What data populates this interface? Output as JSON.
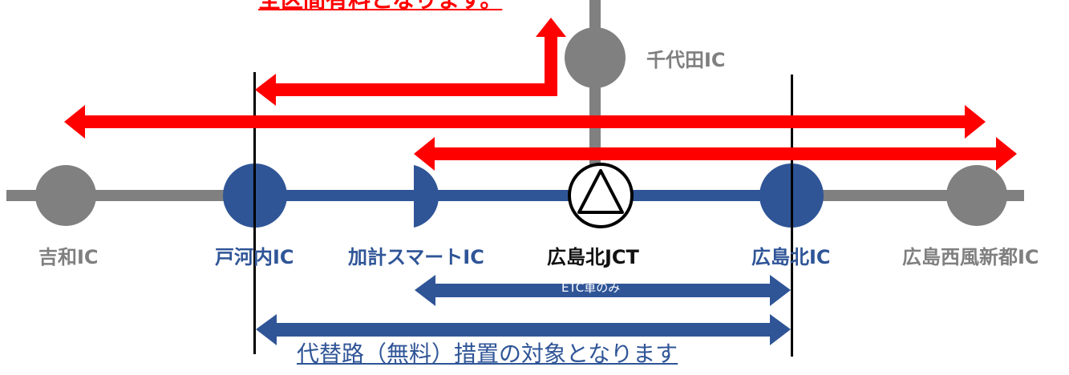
{
  "banners": {
    "all_toll": "全区間有料となります。",
    "alternative_route": "代替路（無料）措置の対象となります"
  },
  "stations": {
    "yoshiwa": "吉和IC",
    "tokouchi": "戸河内IC",
    "kake_smart": "加計スマートIC",
    "hiroshima_kita_jct": "広島北JCT",
    "hiroshima_kita": "広島北IC",
    "hiroshima_nishifu": "広島西風新都IC",
    "chiyoda": "千代田IC"
  },
  "notes": {
    "etc_only": "ETC車のみ"
  },
  "colors": {
    "toll_red": "#ff0000",
    "route_blue": "#2f5597",
    "road_gray": "#808080",
    "text_gray": "#7f7f7f"
  }
}
